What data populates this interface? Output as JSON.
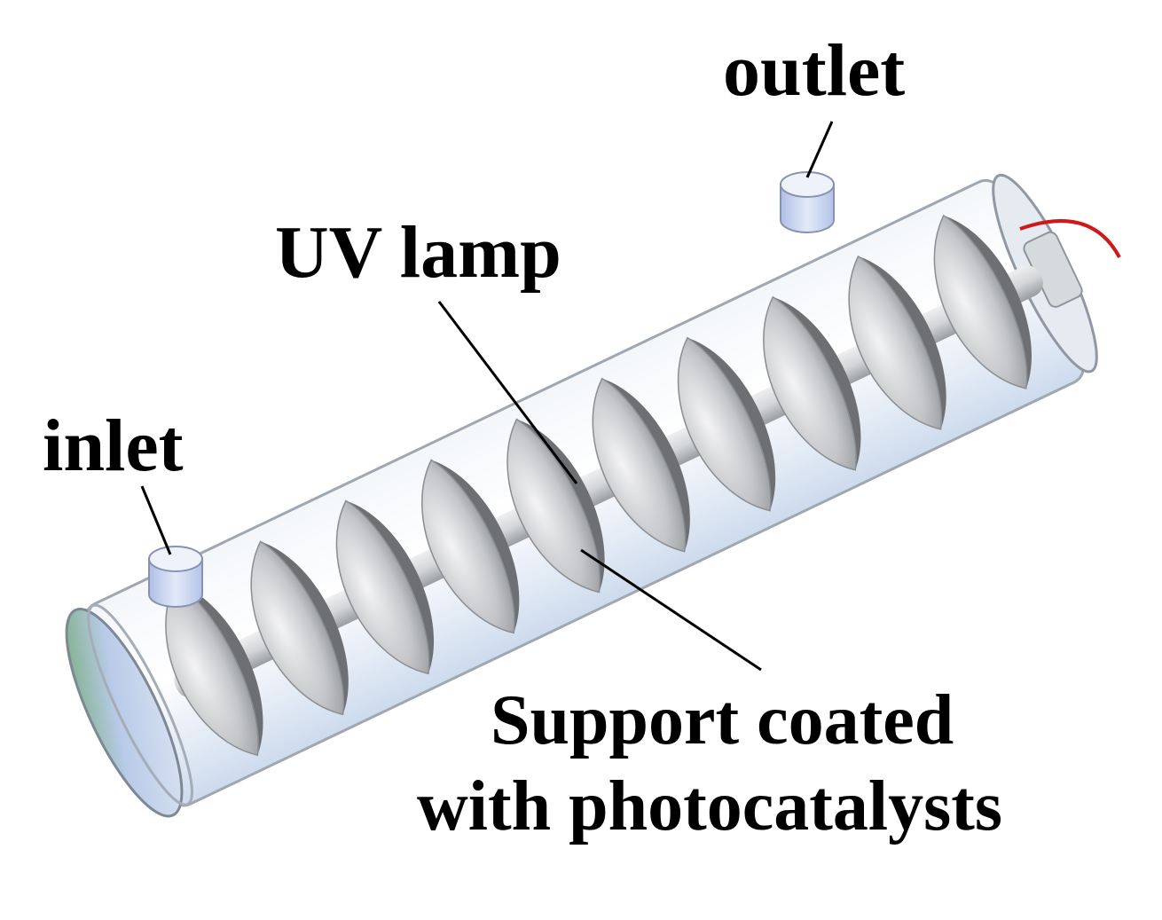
{
  "labels": {
    "outlet": "outlet",
    "uv_lamp": "UV lamp",
    "inlet": "inlet",
    "support_line1": "Support coated",
    "support_line2": "with photocatalysts"
  },
  "colors": {
    "background": "#ffffff",
    "tube_glass": "#e4ecf6",
    "tube_edge": "#9aa3ad",
    "helix_metal": "#b9bbbe",
    "helix_shadow": "#6d6f73",
    "lamp_rod": "#d2d4d6",
    "nozzle": "#c9d6f0",
    "end_cap_green": "#7fb07a",
    "wire": "#d01818",
    "leader_line": "#000000"
  },
  "helix_turns": 10
}
